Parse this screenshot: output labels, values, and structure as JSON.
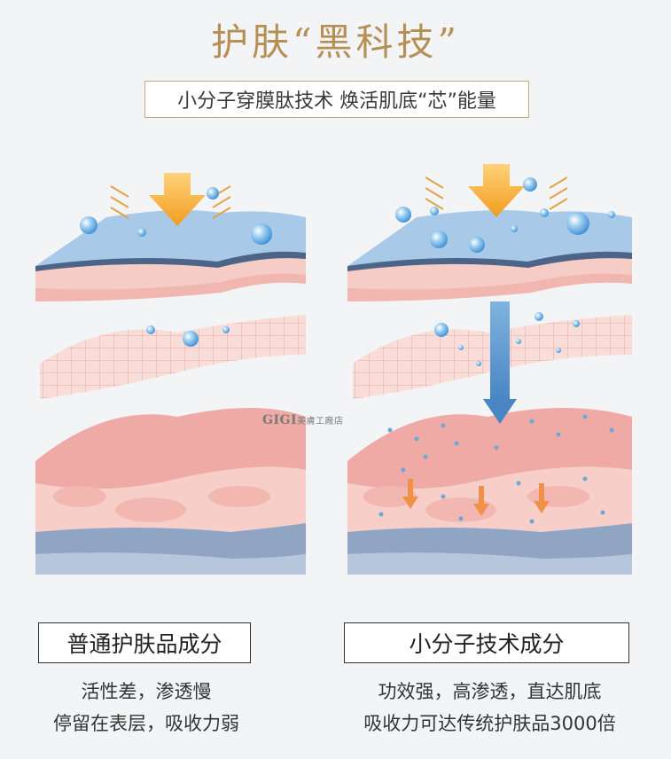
{
  "header": {
    "title": "护肤“黑科技”",
    "subtitle": "小分子穿膜肽技术 焕活肌底“芯”能量"
  },
  "watermark": {
    "brand": "GIGI",
    "suffix": "美膚工廠店"
  },
  "left": {
    "label": "普通护肤品成分",
    "desc_line1": "活性差，渗透慢",
    "desc_line2": "停留在表层，吸收力弱"
  },
  "right": {
    "label": "小分子技术成分",
    "desc_line1": "功效强，高渗透，直达肌底",
    "desc_line2": "吸收力可达传统护肤品3000倍"
  },
  "colors": {
    "accent_gold": "#b68f55",
    "arrow_orange": "#f5a623",
    "drop_blue": "#5aa7e0",
    "skin_pink": "#f4c4c0",
    "base_blue": "#8fa6c4"
  }
}
